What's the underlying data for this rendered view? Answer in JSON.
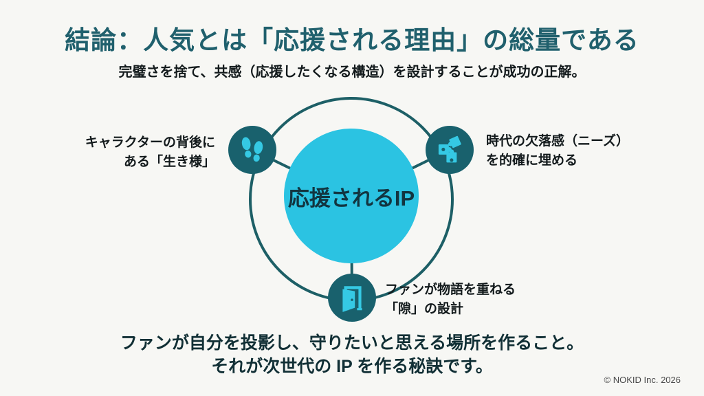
{
  "header": {
    "title": "結論：人気とは「応援される理由」の総量である",
    "subtitle": "完璧さを捨て、共感（応援したくなる構造）を設計することが成功の正解。"
  },
  "diagram": {
    "center_label": "応援されるIP",
    "nodes": [
      {
        "icon": "footprints-icon",
        "lines": [
          "キャラクターの背後に",
          "ある「生き様」"
        ]
      },
      {
        "icon": "puzzle-icon",
        "lines": [
          "時代の欠落感（ニーズ）",
          "を的確に埋める"
        ]
      },
      {
        "icon": "door-icon",
        "lines": [
          "ファンが物語を重ねる",
          "「隙」の設計"
        ]
      }
    ]
  },
  "footer": {
    "message_lines": [
      "ファンが自分を投影し、守りたいと思える場所を作ること。",
      "それが次世代の IP を作る秘訣です。"
    ],
    "copyright": "© NOKID Inc. 2026"
  },
  "colors": {
    "background": "#f7f7f4",
    "title": "#20606d",
    "body-text": "#131a1c",
    "ring": "#1d5f66",
    "node-fill": "#19616d",
    "icon-cyan": "#35c9e4",
    "center-fill": "#2bc3e2",
    "center-text": "#123540",
    "message": "#112f35",
    "copyright": "#4a4a4a"
  }
}
